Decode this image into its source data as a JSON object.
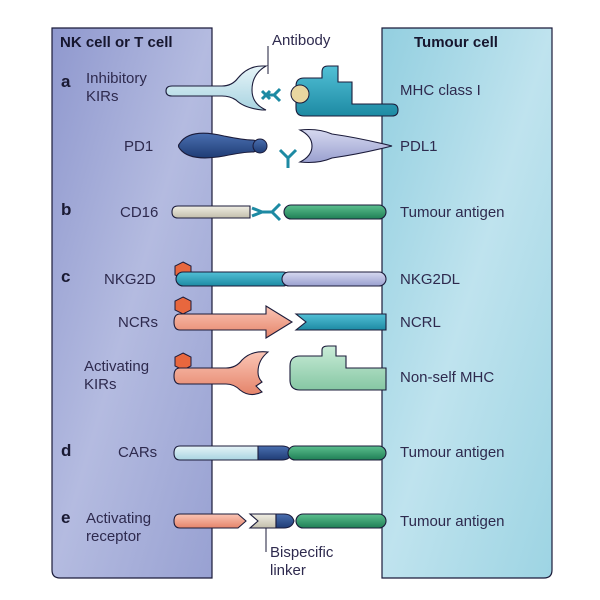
{
  "headers": {
    "left": "NK cell or T cell",
    "right": "Tumour cell"
  },
  "section_letters": [
    "a",
    "b",
    "c",
    "d",
    "e"
  ],
  "left_labels": {
    "inhibitory_kirs": "Inhibitory\nKIRs",
    "pd1": "PD1",
    "cd16": "CD16",
    "nkg2d": "NKG2D",
    "ncrs": "NCRs",
    "activating_kirs": "Activating\nKIRs",
    "cars": "CARs",
    "activating_receptor": "Activating\nreceptor"
  },
  "right_labels": {
    "mhc_class_i": "MHC class I",
    "pdl1": "PDL1",
    "tumour_antigen_b": "Tumour antigen",
    "nkg2dl": "NKG2DL",
    "ncrl": "NCRL",
    "non_self_mhc": "Non-self MHC",
    "tumour_antigen_d": "Tumour antigen",
    "tumour_antigen_e": "Tumour antigen"
  },
  "center_labels": {
    "antibody": "Antibody",
    "bispecific_linker": "Bispecific\nlinker"
  },
  "colors": {
    "nk_cell_bg": "#a4acd8",
    "tumour_cell_bg": "#a7d8e6",
    "teal": "#2a9fb8",
    "light_teal": "#c9e6ee",
    "dark_blue": "#2d4f8f",
    "lavender": "#b2b7dd",
    "green": "#2f9e6e",
    "mint": "#a8d9bd",
    "salmon": "#f2a38c",
    "beige": "#dcd8c6",
    "orange_hex": "#e8673e"
  }
}
